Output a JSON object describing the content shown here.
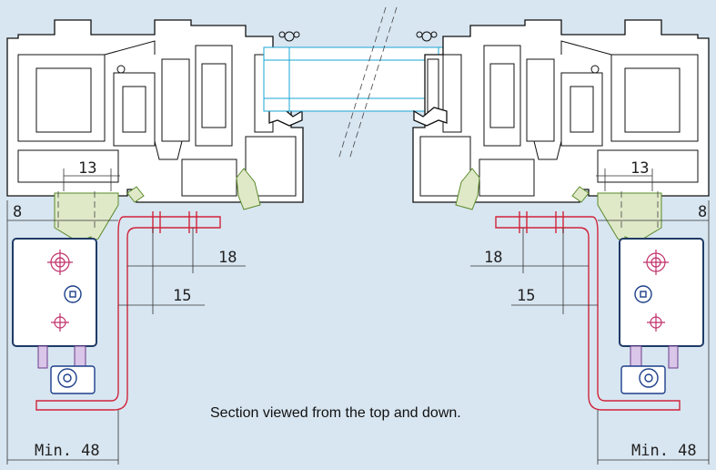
{
  "caption": "Section viewed from the top and  down.",
  "dimensions": {
    "left_13": "13",
    "left_8": "8",
    "left_18": "18",
    "left_15": "15",
    "left_min48": "Min. 48",
    "right_13": "13",
    "right_8": "8",
    "right_18": "18",
    "right_15": "15",
    "right_min48": "Min. 48"
  },
  "colors": {
    "background": "#d8e6f1",
    "profile_outline": "#111111",
    "glass_outline": "#1aa6d6",
    "bracket_outline": "#d0243a",
    "gasket_fill": "#dfe9c8",
    "motor_box_outline": "#1f3a66"
  }
}
